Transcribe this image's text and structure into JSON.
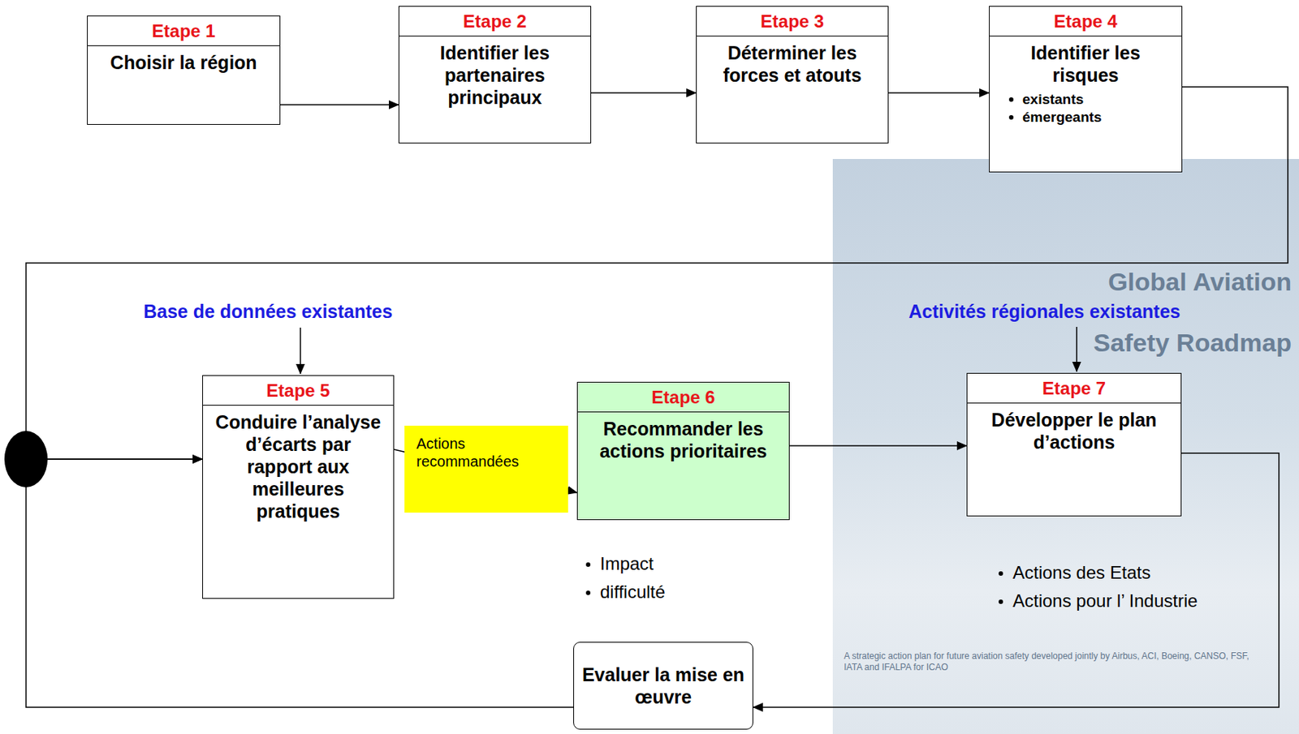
{
  "diagram": {
    "nodes": [
      {
        "text": [
          "Etape 1",
          "Choisir la région"
        ]
      },
      {
        "text": [
          "Etape 2",
          "Identifier les partenaires principaux"
        ]
      },
      {
        "text": [
          "Etape 3",
          "Déterminer les forces et atouts"
        ]
      },
      {
        "text": [
          "Etape 4",
          "Identifier les risques",
          "existants",
          "émergeants"
        ]
      },
      {
        "text": [
          "Etape 5",
          "Conduire l’analyse d’écarts par rapport aux meilleures pratiques"
        ]
      },
      {
        "text": [
          "Etape 6",
          "Recommander les actions prioritaires"
        ]
      },
      {
        "text": [
          "Etape 7",
          "Développer le plan d’actions"
        ]
      },
      {
        "text": [
          "Evaluer la mise en œuvre"
        ]
      }
    ],
    "edges": [
      {
        "from": 0,
        "to": 1,
        "arrow": "to"
      },
      {
        "from": 1,
        "to": 2,
        "arrow": "to"
      },
      {
        "from": 2,
        "to": 3,
        "arrow": "to"
      },
      {
        "from": 3,
        "to": 4,
        "arrow": "to"
      },
      {
        "from": 4,
        "to": 5,
        "label": "Actions recommandées",
        "arrow": "to"
      },
      {
        "from": 5,
        "to": 6,
        "arrow": "to"
      },
      {
        "from": 6,
        "to": 7,
        "arrow": "to"
      },
      {
        "from": 7,
        "to": 4,
        "arrow": "to"
      }
    ],
    "labels": [
      "Base de données existantes",
      "Activités régionales existantes",
      "Impact",
      "difficulté",
      "Actions des Etats",
      "Actions pour l’ Industrie",
      "Global Aviation",
      "Safety Roadmap",
      "A strategic action plan for future aviation safety developed jointly by Airbus, ACI, Boeing, CANSO, FSF, IATA and IFALPA for ICAO"
    ]
  }
}
